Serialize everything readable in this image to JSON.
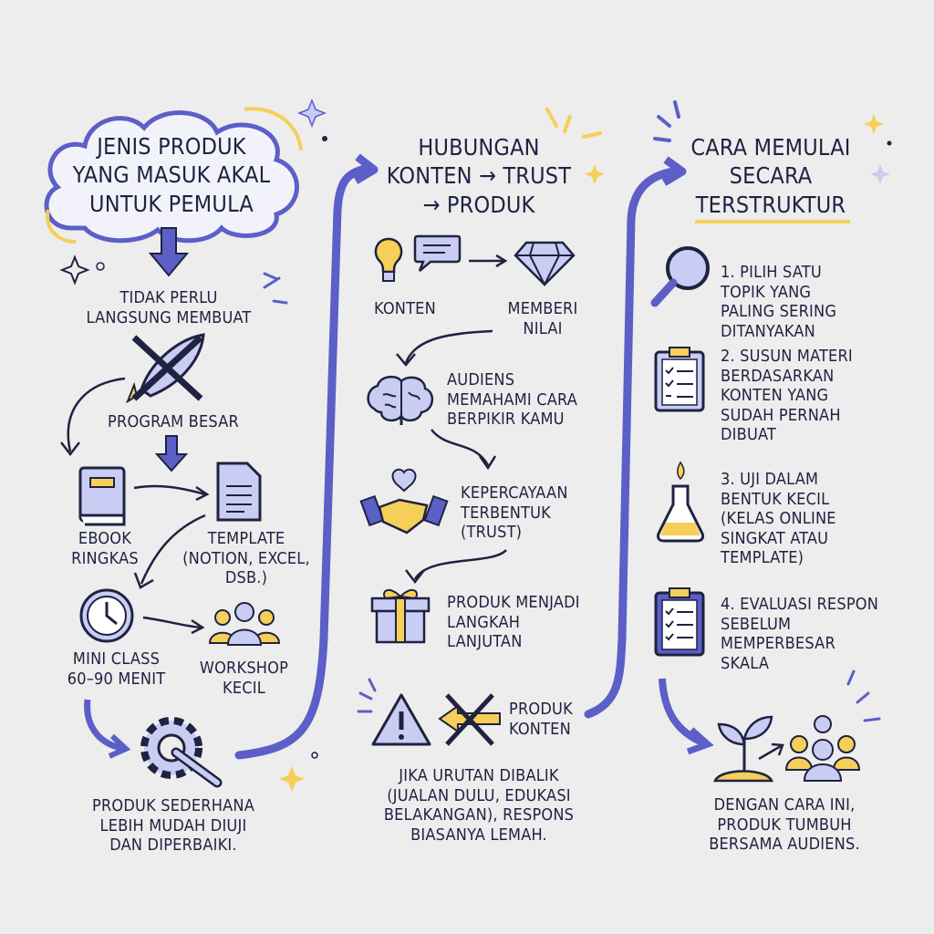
{
  "colors": {
    "ink": "#1f2240",
    "accent": "#5b5fc7",
    "light_blue": "#c9cdf3",
    "yellow": "#f5cf58",
    "background": "#ededee"
  },
  "column1": {
    "title": "Jenis produk\nyang masuk akal\nuntuk pemula",
    "not_needed": "Tidak perlu\nlangsung membuat",
    "big_program": "Program besar",
    "ebook": "Ebook\nringkas",
    "template": "Template\n(Notion, Excel,\ndsb.)",
    "mini_class": "Mini class\n60–90 menit",
    "workshop": "Workshop\nkecil",
    "conclusion": "Produk sederhana\nlebih mudah diuji\ndan diperbaiki.",
    "icons": [
      "cloud-icon",
      "rocket-crossed-icon",
      "book-icon",
      "document-icon",
      "clock-icon",
      "group-icon",
      "gear-wrench-icon"
    ]
  },
  "column2": {
    "title": "Hubungan\nkonten → trust\n→ produk",
    "konten": "Konten",
    "memberi_nilai": "Memberi\nnilai",
    "audiens": "Audiens\nmemahami cara\nberpikir kamu",
    "trust": "Kepercayaan\nterbentuk\n(trust)",
    "produk": "Produk menjadi\nlangkah\nlanjutan",
    "reverse": "Produk\nkonten",
    "warning": "Jika urutan dibalik\n(jualan dulu, edukasi\nbelakangan), respons\nbiasanya lemah.",
    "icons": [
      "lightbulb-icon",
      "chat-bubble-icon",
      "diamond-icon",
      "brain-icon",
      "handshake-heart-icon",
      "gift-icon",
      "warning-icon",
      "crossed-arrow-icon"
    ]
  },
  "column3": {
    "title": "Cara memulai\nsecara\nterstruktur",
    "steps": [
      "1. Pilih satu\ntopik yang\npaling sering\nditanyakan",
      "2. Susun materi\nberdasarkan\nkonten yang\nsudah pernah\ndibuat",
      "3. Uji dalam\nbentuk kecil\n(kelas online\nsingkat atau\ntemplate)",
      "4. Evaluasi respon\nsebelum\nmemperbesar\nskala"
    ],
    "conclusion": "Dengan cara ini,\nproduk tumbuh\nbersama audiens.",
    "icons": [
      "magnifier-icon",
      "clipboard-checklist-icon",
      "flask-icon",
      "clipboard-checklist-icon",
      "sprout-icon",
      "group-icon"
    ]
  }
}
